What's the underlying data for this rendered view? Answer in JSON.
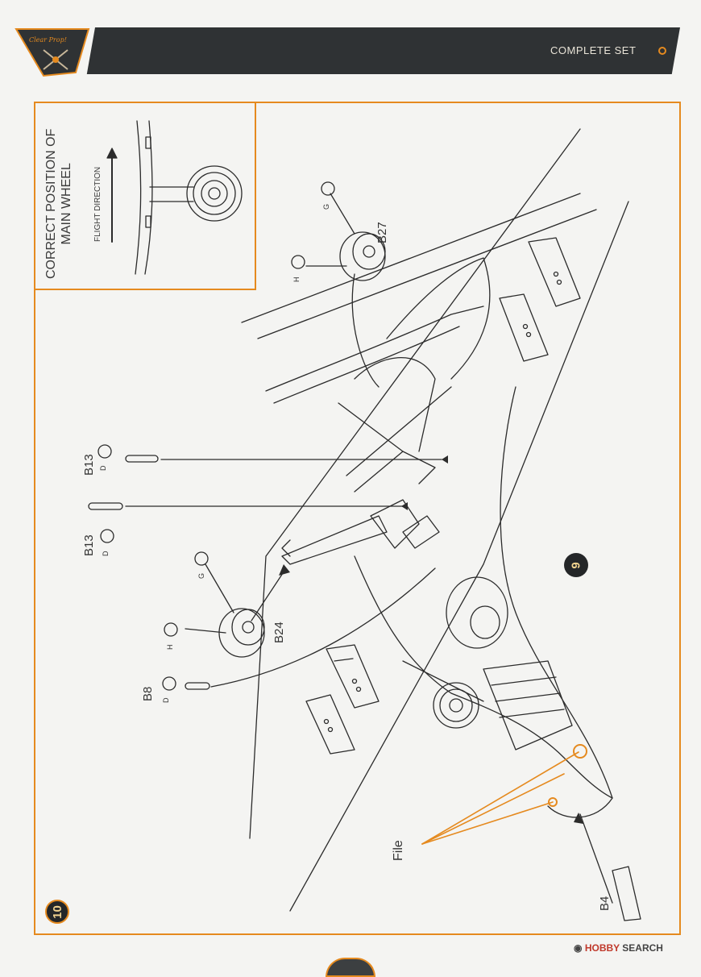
{
  "header": {
    "brand": "Clear Prop!",
    "title": "COMPLETE SET"
  },
  "inset": {
    "title_line1": "CORRECT POSITION OF",
    "title_line2": "MAIN WHEEL",
    "flight_direction": "FLIGHT DIRECTION"
  },
  "steps": {
    "step9": "9",
    "step10": "10"
  },
  "parts": {
    "b27": "B27",
    "b24": "B24",
    "b13_a": "B13",
    "b13_b": "B13",
    "b8": "B8",
    "b4": "B4"
  },
  "paint_codes": {
    "g_b27": "G",
    "h_b27": "H",
    "d_b13a": "D",
    "d_b13b": "D",
    "g_b24": "G",
    "h_b24": "H",
    "d_b8": "D"
  },
  "annotations": {
    "file": "File"
  },
  "watermark": {
    "hobby": "HOBBY",
    "search": "SEARCH"
  },
  "colors": {
    "accent": "#e58a1f",
    "header_bg": "#2f3234",
    "line": "#2b2b2b"
  }
}
